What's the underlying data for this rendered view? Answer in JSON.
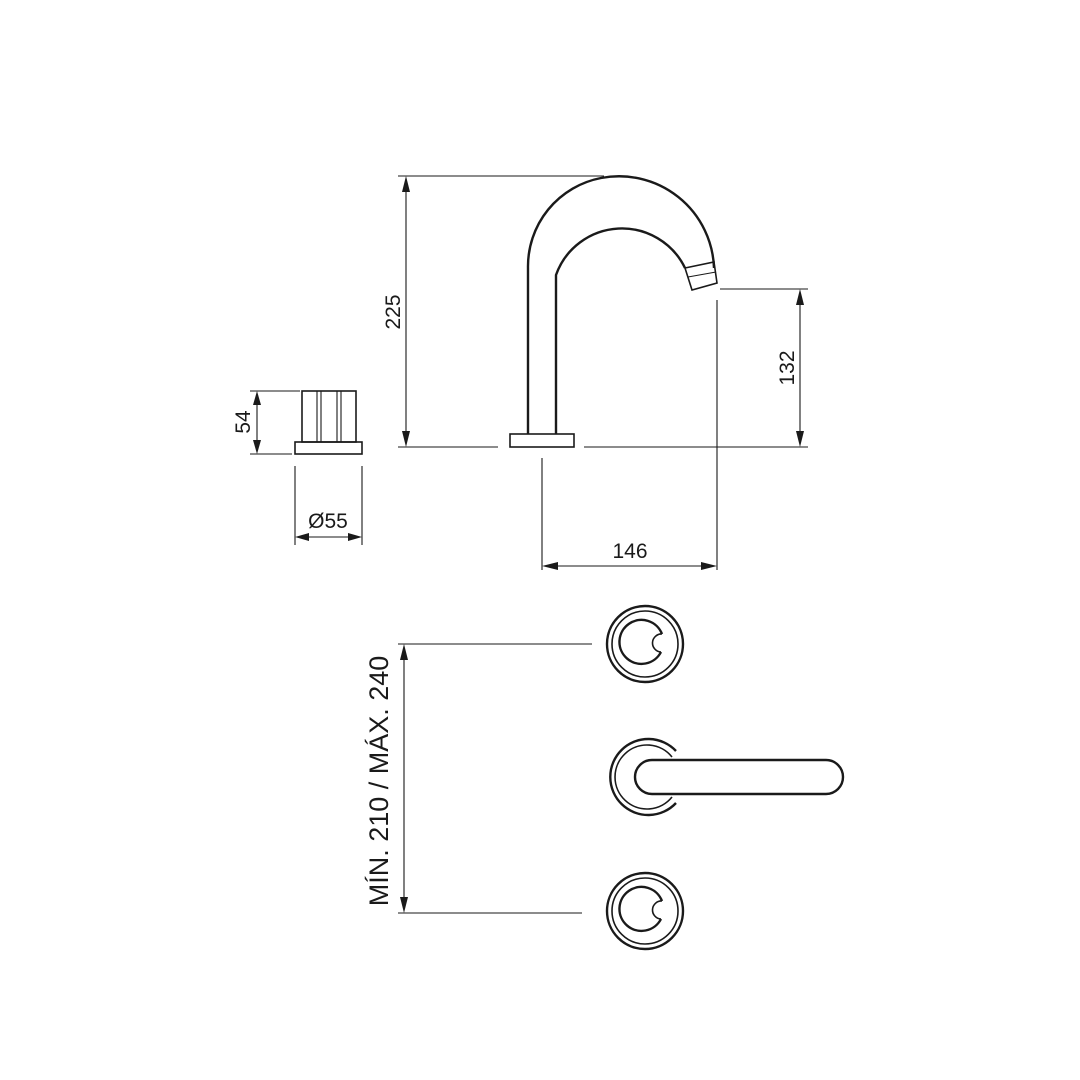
{
  "dimensions": {
    "spout_height": "225",
    "outlet_height": "132",
    "spout_reach": "146",
    "handle_height": "54",
    "handle_diameter": "Ø55",
    "spacing_range": "MÍN. 210 / MÁX. 240"
  }
}
